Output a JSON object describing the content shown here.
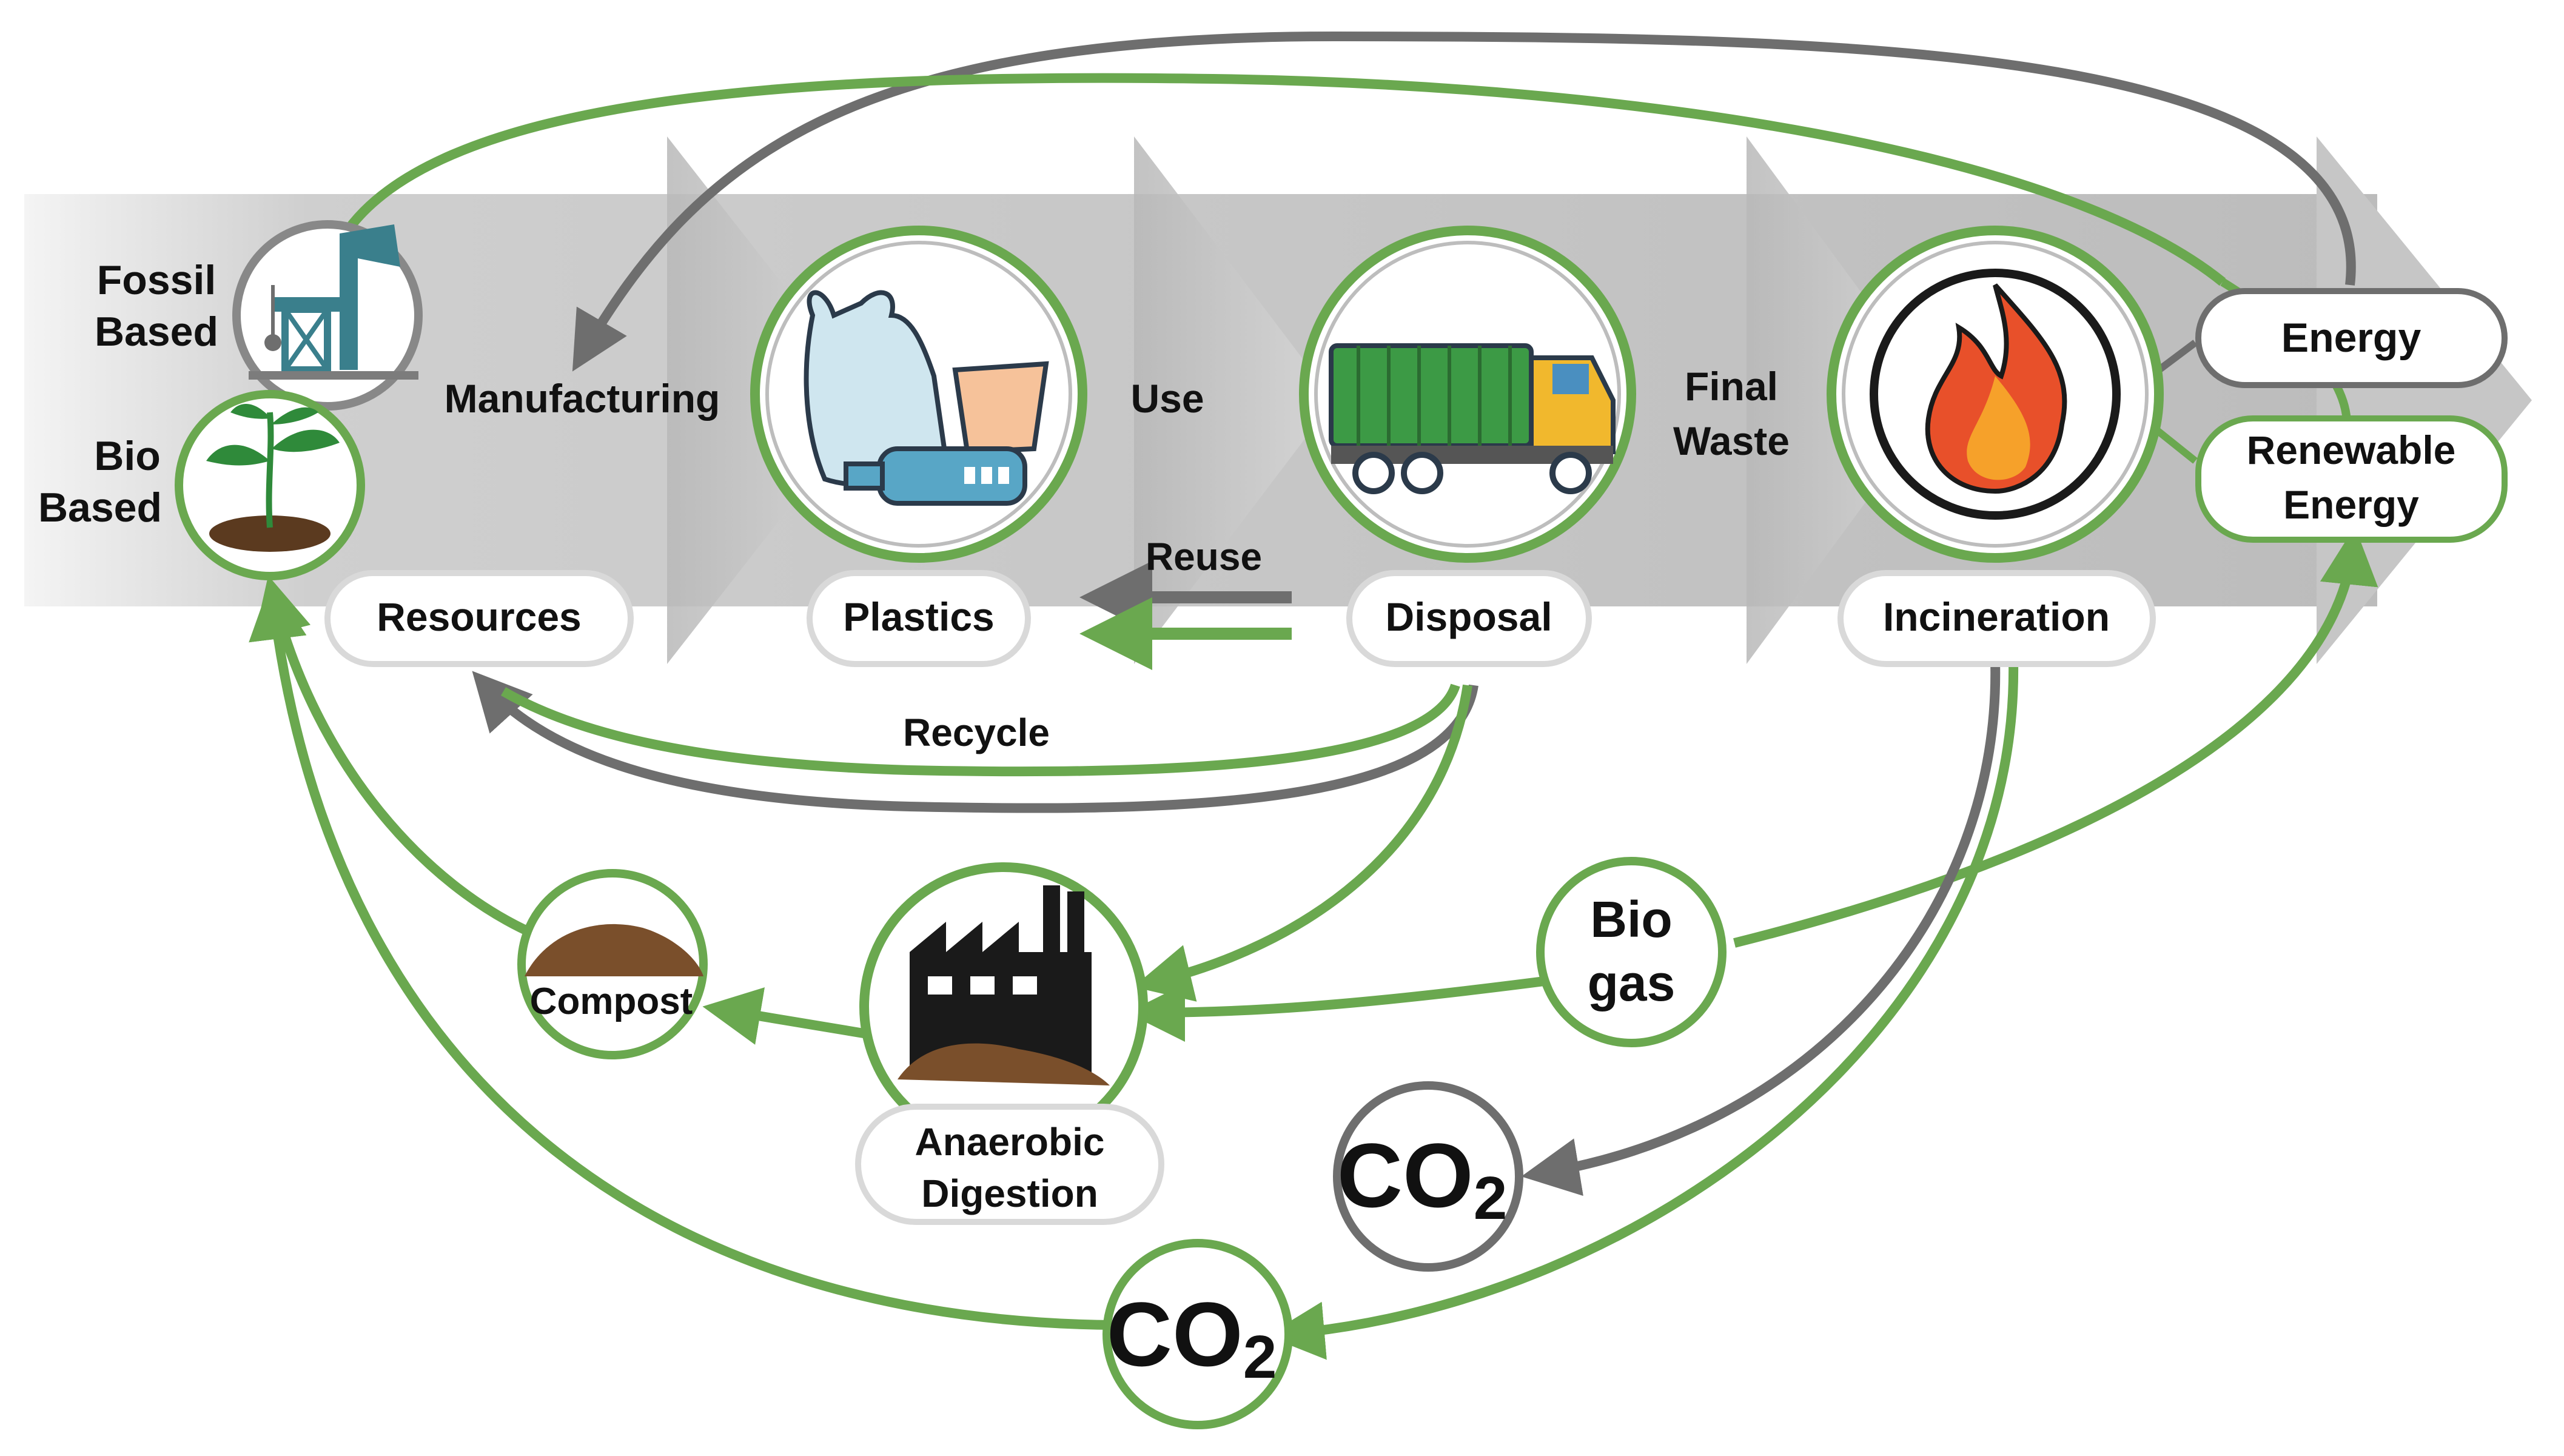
{
  "labels": {
    "fossil_line1": "Fossil",
    "fossil_line2": "Based",
    "bio_line1": "Bio",
    "bio_line2": "Based",
    "manufacturing": "Manufacturing",
    "use": "Use",
    "final_line1": "Final",
    "final_line2": "Waste",
    "reuse": "Reuse",
    "recycle": "Recycle",
    "resources": "Resources",
    "plastics": "Plastics",
    "disposal": "Disposal",
    "incineration": "Incineration",
    "energy": "Energy",
    "renewable_line1": "Renewable",
    "renewable_line2": "Energy",
    "compost": "Compost",
    "anaerobic_line1": "Anaerobic",
    "anaerobic_line2": "Digestion",
    "biogas_line1": "Bio",
    "biogas_line2": "gas",
    "co2_grey_main": "CO",
    "co2_grey_sub": "2",
    "co2_green_main": "CO",
    "co2_green_sub": "2"
  },
  "colors": {
    "green": "#6aa84f",
    "grey": "#6e6e6e",
    "band": "#c2c2c2",
    "fire": "#e8502a"
  },
  "icons": [
    "oil-pump-icon",
    "plant-icon",
    "plastic-bag-cup-bottle-icon",
    "garbage-truck-icon",
    "fire-icon",
    "factory-icon",
    "compost-heap-icon"
  ]
}
